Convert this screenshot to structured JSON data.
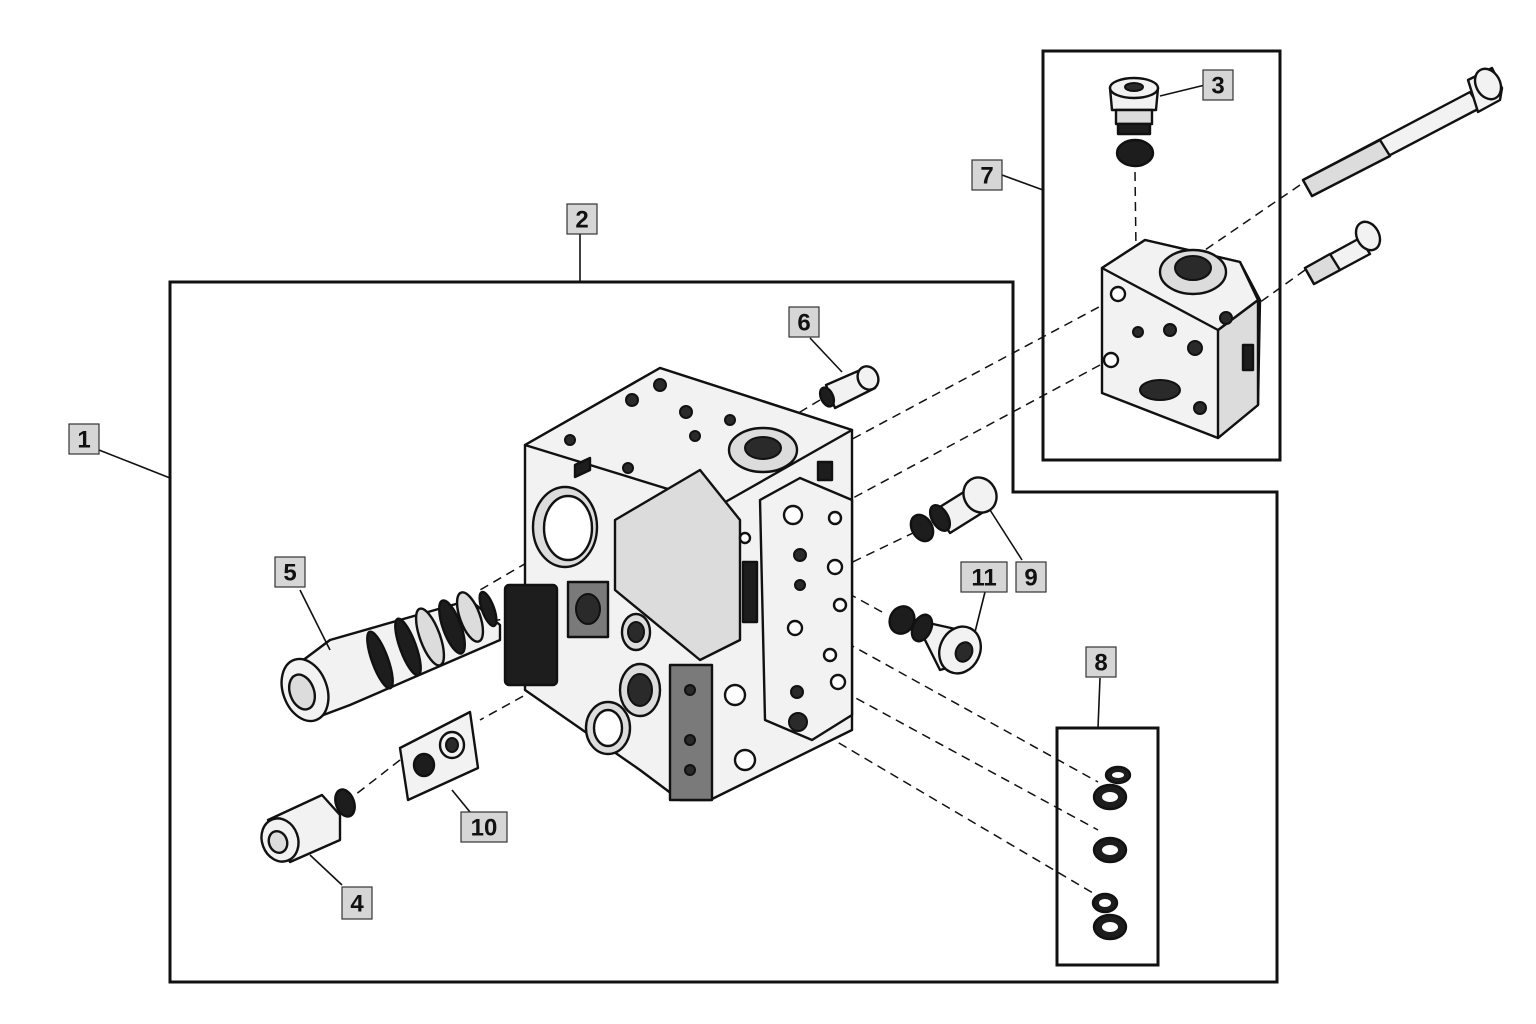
{
  "colors": {
    "callout_fill": "#d6d6d6",
    "line": "#111111",
    "part_light": "#f2f2f2",
    "part_dark": "#1d1d1d"
  },
  "callouts": [
    {
      "id": "c1",
      "label": "1"
    },
    {
      "id": "c2",
      "label": "2"
    },
    {
      "id": "c3",
      "label": "3"
    },
    {
      "id": "c4",
      "label": "4"
    },
    {
      "id": "c5",
      "label": "5"
    },
    {
      "id": "c6",
      "label": "6"
    },
    {
      "id": "c7",
      "label": "7"
    },
    {
      "id": "c8",
      "label": "8"
    },
    {
      "id": "c9",
      "label": "9"
    },
    {
      "id": "c10",
      "label": "10"
    },
    {
      "id": "c11",
      "label": "11"
    }
  ]
}
